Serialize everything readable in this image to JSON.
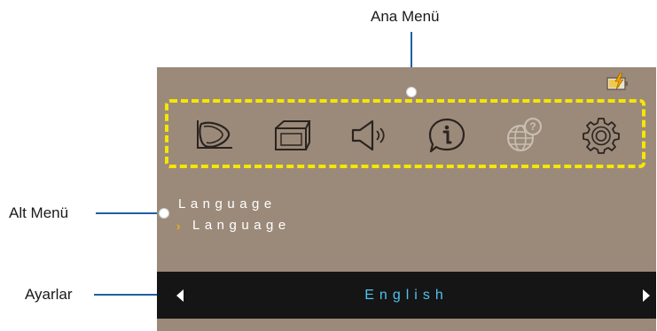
{
  "callouts": {
    "main_menu": "Ana Menü",
    "sub_menu": "Alt Menü",
    "settings": "Ayarlar"
  },
  "status": {
    "battery_icon": "battery-charging-icon"
  },
  "main_menu": {
    "icons": [
      "picture-icon",
      "screen-icon",
      "audio-icon",
      "info-icon",
      "language-globe-icon",
      "settings-gear-icon"
    ]
  },
  "sub_menu": {
    "title": "Language",
    "selected_item": "Language"
  },
  "settings_bar": {
    "value": "English"
  },
  "colors": {
    "screen_background": "#9b8a7a",
    "highlight_border": "#f6e600",
    "value_text": "#4fc3ef",
    "callout_line": "#1f5fa8",
    "selector_arrow": "#f0b400"
  }
}
